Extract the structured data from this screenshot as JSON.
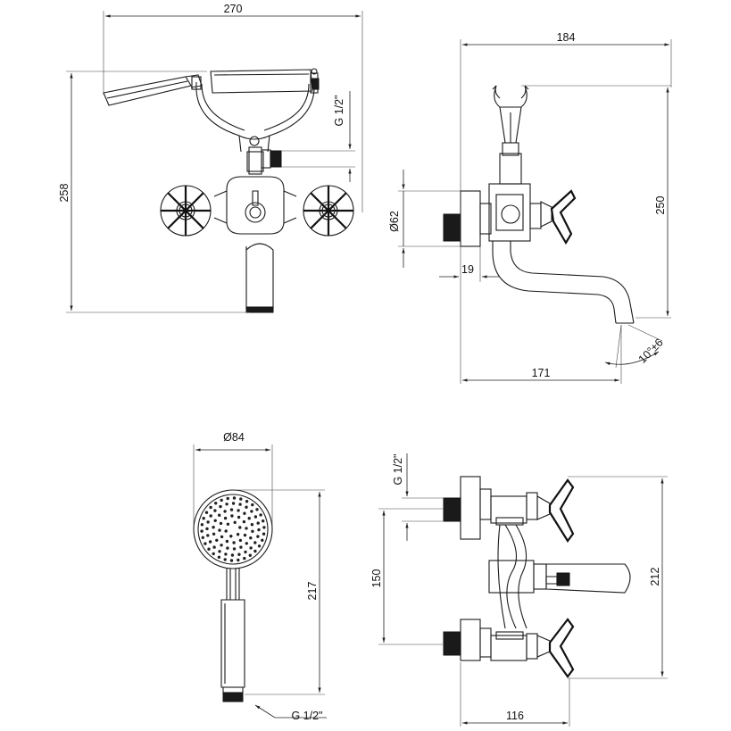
{
  "dimensions": {
    "front_width": "270",
    "front_height": "258",
    "front_thread": "G 1/2\"",
    "side_width": "184",
    "side_height": "250",
    "side_diameter": "Ø62",
    "side_offset": "19",
    "side_spout_reach": "171",
    "side_angle": "10°±6",
    "hand_shower_diameter": "Ø84",
    "hand_shower_length": "217",
    "hand_shower_thread": "G 1/2\"",
    "top_thread": "G 1/2\"",
    "top_spacing": "150",
    "top_height": "212",
    "top_depth": "116"
  },
  "views": [
    "front-view",
    "side-view",
    "hand-shower-view",
    "top-view"
  ]
}
